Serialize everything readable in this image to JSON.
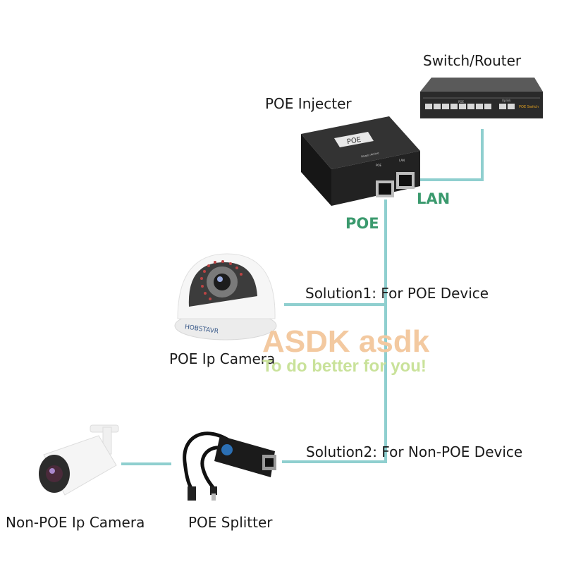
{
  "labels": {
    "switch_router": "Switch/Router",
    "poe_injector": "POE Injecter",
    "lan": "LAN",
    "poe": "POE",
    "solution1": "Solution1: For POE Device",
    "poe_ip_camera": "POE Ip Camera",
    "solution2": "Solution2: For Non-POE Device",
    "non_poe_ip_camera": "Non-POE Ip Camera",
    "poe_splitter": "POE Splitter"
  },
  "device_text": {
    "injector_badge": "POE",
    "injector_power": "Power Active",
    "injector_poe_port": "POE",
    "injector_lan_port": "LAN",
    "switch_poe": "POE",
    "switch_uplink": "Uplink",
    "switch_brand": "POE Switch",
    "camera_brand": "HOBSTAVR"
  },
  "watermark": {
    "brand": "ASDK asdk",
    "slogan": "To do better for you!"
  },
  "colors": {
    "cable": "#8fcfcf",
    "port_label": "#3b9a6e",
    "watermark_brand": "#f3c9a0",
    "watermark_slogan": "#c9e29a"
  }
}
